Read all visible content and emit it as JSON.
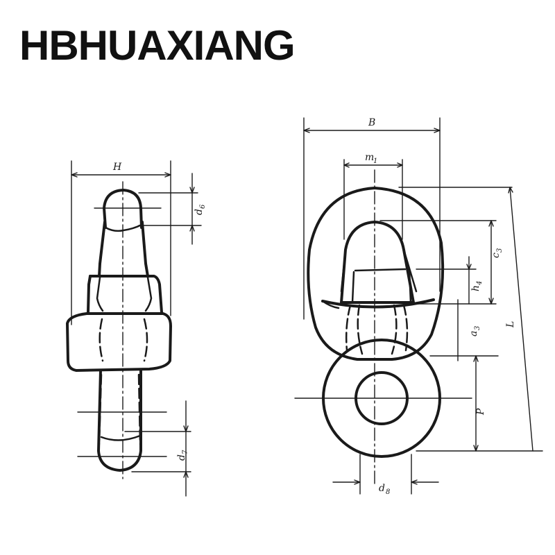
{
  "brand": {
    "text": "HBHUAXIANG"
  },
  "labels": {
    "H": "H",
    "d6": "d",
    "d6_sub": "6",
    "d7": "d",
    "d7_sub": "7",
    "B": "B",
    "m1": "m",
    "m1_sub": "1",
    "c3": "c",
    "c3_sub": "3",
    "h4": "h",
    "h4_sub": "4",
    "a3": "a",
    "a3_sub": "3",
    "L": "L",
    "P": "P",
    "d8": "d",
    "d8_sub": "8"
  }
}
